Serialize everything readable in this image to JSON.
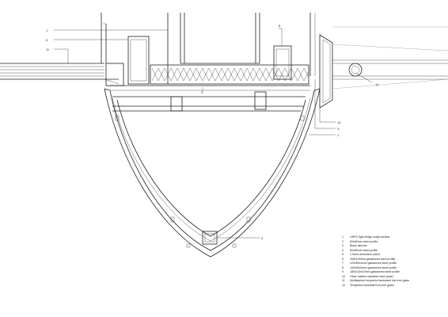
{
  "callouts": {
    "c1_top": "1",
    "c5": "5",
    "c11": "11",
    "c6": "6",
    "c4": "4",
    "c12": "12",
    "c10": "10",
    "c3": "3",
    "c1_right": "1",
    "c2": "2"
  },
  "legend": [
    {
      "num": "1",
      "text": "UHPC light beige rough surface"
    },
    {
      "num": "2",
      "text": "60x60mm steel profile"
    },
    {
      "num": "3",
      "text": "Black silicone"
    },
    {
      "num": "4",
      "text": "80x80mm steel profile"
    },
    {
      "num": "5",
      "text": "1.5mm aluminium panel"
    },
    {
      "num": "6",
      "text": "300x100mm galvanized steel profile"
    },
    {
      "num": "7",
      "text": "120x60x4mm galvanized steel profile"
    },
    {
      "num": "8",
      "text": "100x50x5mm galvanized steel profile"
    },
    {
      "num": "9",
      "text": "180x100x10mm galvanized steel profile"
    },
    {
      "num": "10",
      "text": "Clear hairline stainless steel panel"
    },
    {
      "num": "11",
      "text": "Multilayered tempered laminated low-iron glass"
    },
    {
      "num": "12",
      "text": "Tempered laminated low-iron glass"
    }
  ]
}
